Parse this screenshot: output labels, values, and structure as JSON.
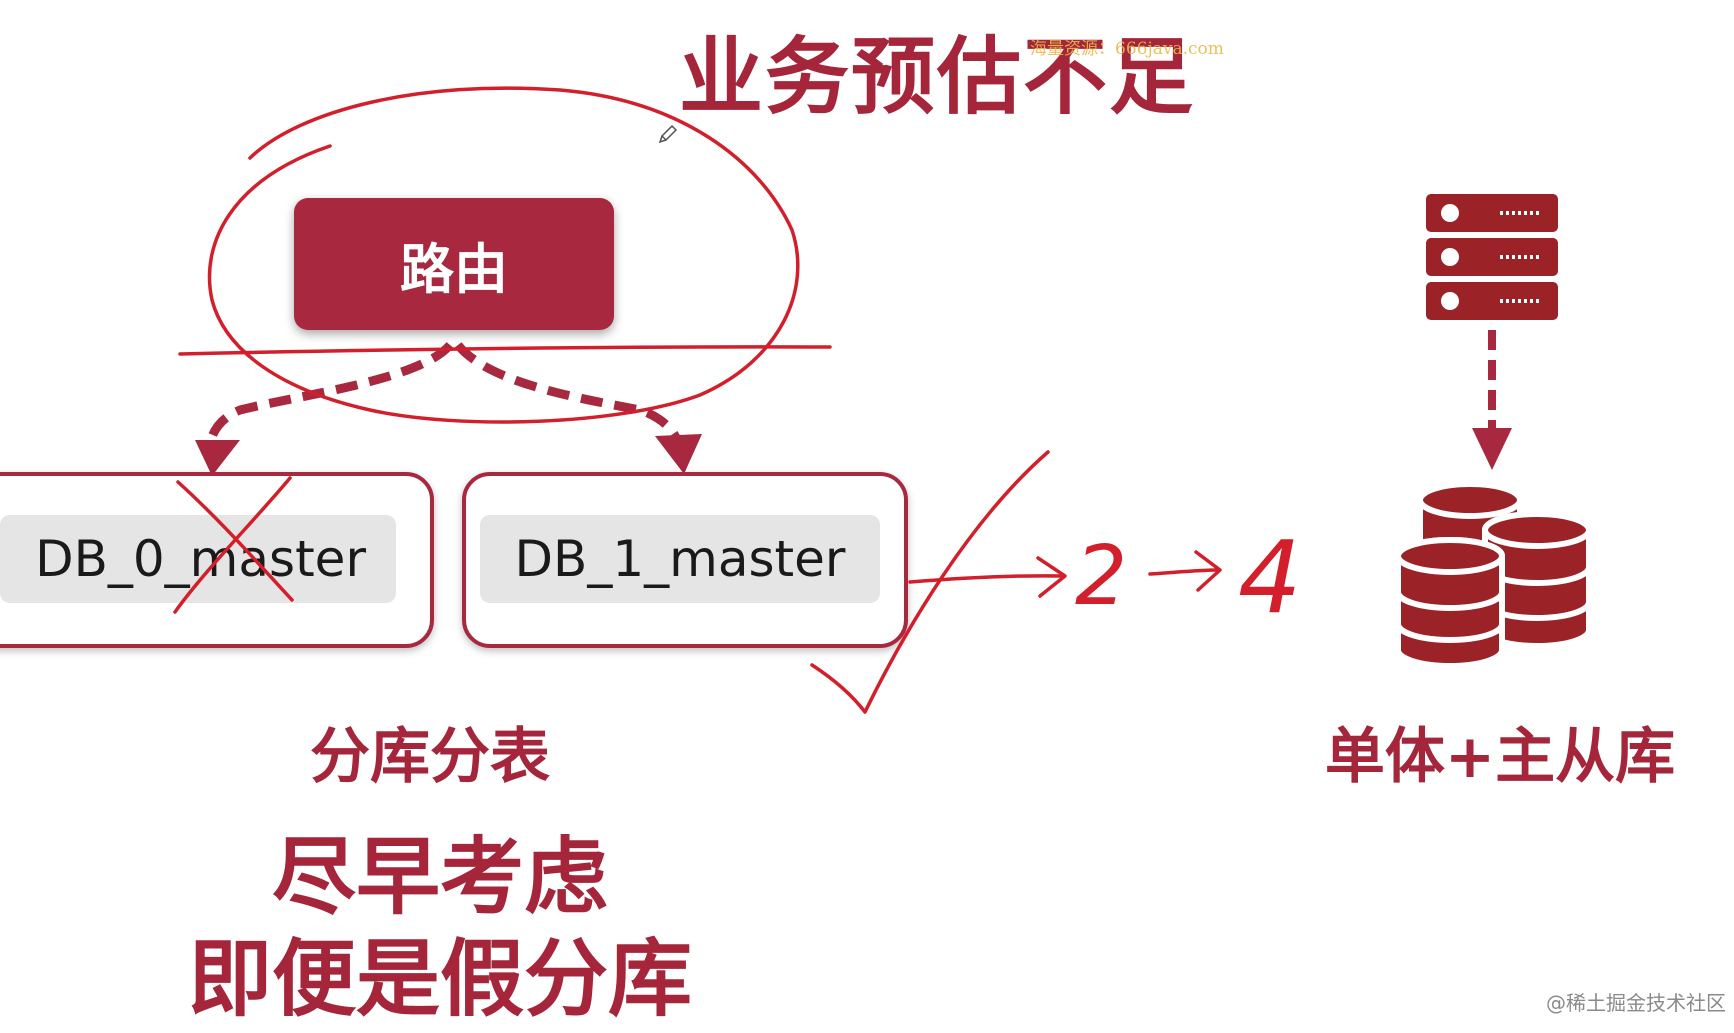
{
  "title": "业务预估不足",
  "watermark_top": "海量资源：666java.com",
  "router_label": "路由",
  "db0_label": "DB_0_master",
  "db1_label": "DB_1_master",
  "caption_sharding": "分库分表",
  "caption_single": "单体+主从库",
  "caption_early": "尽早考虑",
  "caption_fake": "即便是假分库",
  "annotation_two": "2",
  "annotation_four": "4",
  "watermark_bottom": "@稀土掘金技术社区",
  "colors": {
    "brand_red": "#a7283f",
    "ink_red": "#d21f2b",
    "server_red": "#9b2226"
  },
  "icons": [
    "server-rack-icon",
    "database-stack-icon"
  ]
}
